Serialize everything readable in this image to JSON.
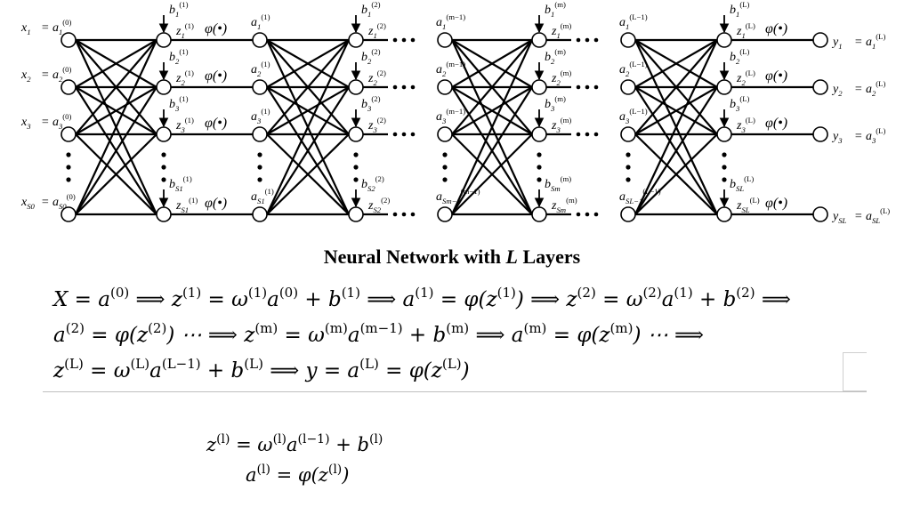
{
  "caption": {
    "prefix": "Neural Network with ",
    "var": "L",
    "suffix": " Layers"
  },
  "layers": [
    {
      "sup": "(0)",
      "kind": "input"
    },
    {
      "sup": "(1)",
      "kind": "hidden"
    },
    {
      "sup": "(2)",
      "kind": "hidden"
    },
    {
      "sup": "(m)",
      "kind": "hidden"
    },
    {
      "sup": "(L)",
      "kind": "hidden"
    }
  ],
  "node_labels": {
    "inputs": [
      "x1 = a1(0)",
      "x2 = a2(0)",
      "x3 = a3(0)",
      "xS0 = aS0(0)"
    ],
    "outputs": [
      "y1 = a1(L)",
      "y2 = a2(L)",
      "y3 = a3(L)",
      "ySL = aSL(L)"
    ],
    "activation": "φ(•)"
  },
  "equations": {
    "line1": "X = a(0) ⟹ z(1) = ω(1)a(0) + b(1) ⟹ a(1) = φ(z(1)) ⟹ z(2) = ω(2)a(1) + b(2) ⟹",
    "line2": "a(2) = φ(z(2)) ⋯ ⟹ z(m) = ω(m)a(m−1) + b(m) ⟹ a(m) = φ(z(m)) ⋯ ⟹",
    "line3": "z(L) = ω(L)a(L−1) + b(L) ⟹ y = a(L) = φ(z(L))"
  },
  "general_formula": {
    "line1": "z(l) = ω(l)a(l−1) + b(l)",
    "line2": "a(l) = φ(z(l))"
  }
}
